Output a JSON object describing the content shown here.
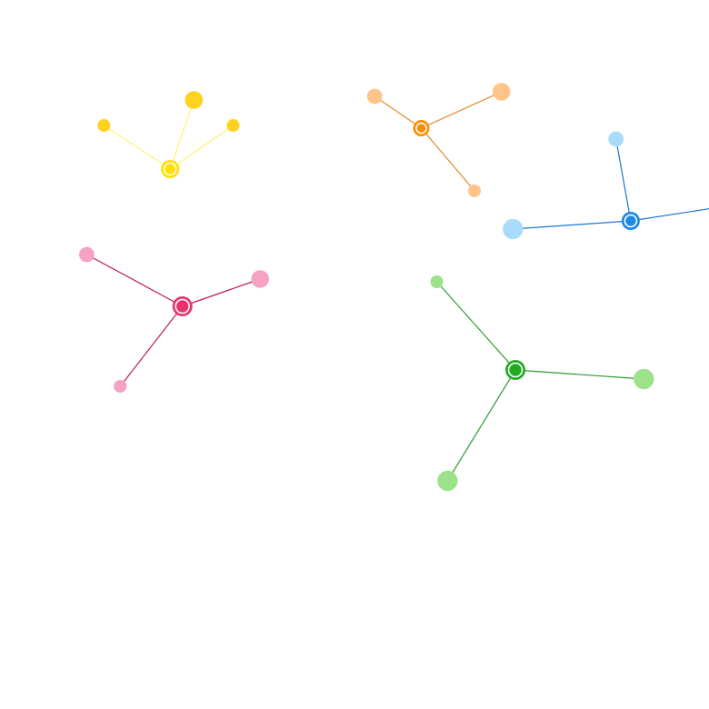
{
  "clusters": [
    {
      "name": "yellow",
      "center_color": "#ffde00",
      "node_color": "#ffd21f",
      "edge_color": "#fff176",
      "center": {
        "ring": true
      },
      "nodes": [
        {
          "label": ""
        },
        {
          "label": ""
        },
        {
          "label": ""
        },
        {
          "label": ""
        }
      ]
    },
    {
      "name": "orange",
      "center_color": "#ff8c00",
      "node_color": "#ffc48a",
      "edge_color": "#e08a2c",
      "center": {
        "ring": true
      },
      "nodes": [
        {
          "label": ""
        },
        {
          "label": ""
        },
        {
          "label": ""
        }
      ]
    },
    {
      "name": "blue",
      "center_color": "#1e88e5",
      "node_color": "#a8dcfa",
      "edge_color": "#1976d2",
      "center": {
        "ring": true
      },
      "nodes": [
        {
          "label": ""
        },
        {
          "label": ""
        },
        {
          "label": ""
        }
      ]
    },
    {
      "name": "pink",
      "center_color": "#e8336d",
      "node_color": "#f7a1c4",
      "edge_color": "#c2185b",
      "center": {
        "ring": true
      },
      "nodes": [
        {
          "label": ""
        },
        {
          "label": ""
        },
        {
          "label": ""
        }
      ]
    },
    {
      "name": "green",
      "center_color": "#22aa22",
      "node_color": "#9be28a",
      "edge_color": "#2e9d2e",
      "center": {
        "ring": true
      },
      "nodes": [
        {
          "label": ""
        },
        {
          "label": ""
        },
        {
          "label": ""
        }
      ]
    }
  ]
}
